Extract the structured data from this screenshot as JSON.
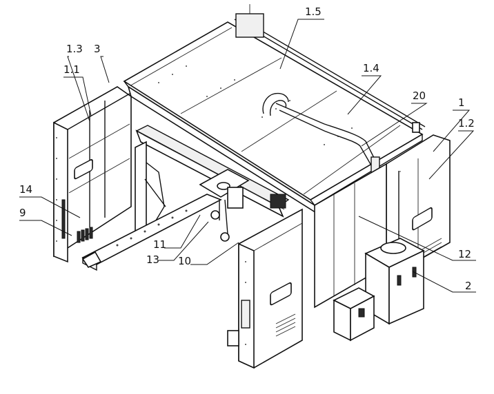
{
  "labels": {
    "l1_5": "1.5",
    "l1_3": "1.3",
    "l3": "3",
    "l1_1": "1.1",
    "l1_4": "1.4",
    "l20": "20",
    "l1": "1",
    "l1_2": "1.2",
    "l14": "14",
    "l9": "9",
    "l11": "11",
    "l13": "13",
    "l10": "10",
    "l12": "12",
    "l2": "2"
  }
}
